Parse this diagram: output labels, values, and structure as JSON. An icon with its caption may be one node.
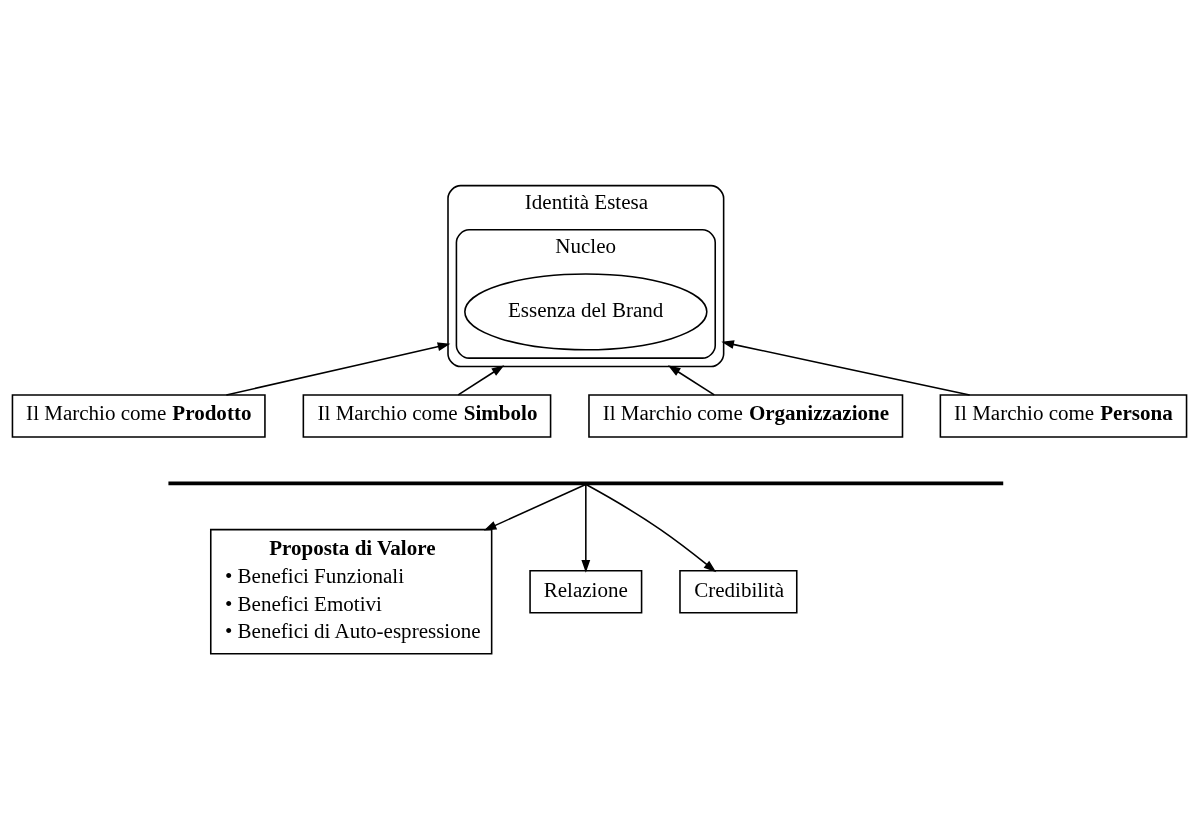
{
  "diagram": {
    "nodes": [
      {
        "text": [
          "Identità Estesa"
        ]
      },
      {
        "text": [
          "Nucleo"
        ],
        "in": 0
      },
      {
        "text": [
          "Essenza del Brand"
        ],
        "in": 1
      },
      {
        "text": [
          "Il Marchio come **Prodotto**"
        ]
      },
      {
        "text": [
          "Il Marchio come **Simbolo**"
        ]
      },
      {
        "text": [
          "Il Marchio come **Organizzazione**"
        ]
      },
      {
        "text": [
          "Il Marchio come **Persona**"
        ]
      },
      {
        "text": [],
        "shape": "bar"
      },
      {
        "text": [
          "Proposta di Valore",
          "• Benefici Funzionali",
          "• Benefici Emotivi",
          "• Benefici di Auto-espressione"
        ]
      },
      {
        "text": [
          "Relazione"
        ]
      },
      {
        "text": [
          "Credibilità"
        ]
      }
    ],
    "edges": [
      {
        "from": 3,
        "to": 0,
        "arrow": "to"
      },
      {
        "from": 4,
        "to": 0,
        "arrow": "to"
      },
      {
        "from": 5,
        "to": 0,
        "arrow": "to"
      },
      {
        "from": 6,
        "to": 0,
        "arrow": "to"
      },
      {
        "from": 7,
        "to": 8,
        "arrow": "to"
      },
      {
        "from": 7,
        "to": 9,
        "arrow": "to"
      },
      {
        "from": 7,
        "to": 10,
        "arrow": "to"
      }
    ]
  }
}
